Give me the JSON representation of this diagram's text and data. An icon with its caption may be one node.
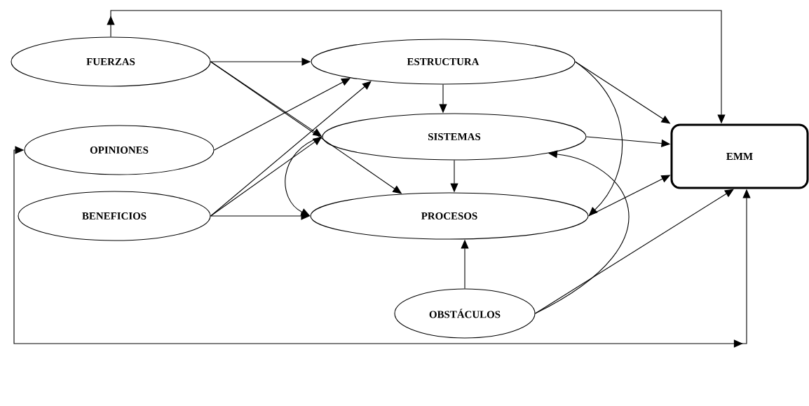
{
  "diagram": {
    "nodes": [
      {
        "text": [
          "FUERZAS"
        ]
      },
      {
        "text": [
          "OPINIONES"
        ]
      },
      {
        "text": [
          "BENEFICIOS"
        ]
      },
      {
        "text": [
          "ESTRUCTURA"
        ]
      },
      {
        "text": [
          "SISTEMAS"
        ]
      },
      {
        "text": [
          "PROCESOS"
        ]
      },
      {
        "text": [
          "OBSTÁCULOS"
        ]
      },
      {
        "text": [
          "EMM"
        ]
      }
    ],
    "edges": [
      {
        "from": 0,
        "to": 3,
        "arrow": "to"
      },
      {
        "from": 0,
        "to": 4,
        "arrow": "to"
      },
      {
        "from": 0,
        "to": 5,
        "arrow": "to"
      },
      {
        "from": 1,
        "to": 3,
        "arrow": "to"
      },
      {
        "from": 2,
        "to": 3,
        "arrow": "to"
      },
      {
        "from": 2,
        "to": 4,
        "arrow": "to"
      },
      {
        "from": 2,
        "to": 5,
        "arrow": "to"
      },
      {
        "from": 4,
        "to": 5,
        "arrow": "to"
      },
      {
        "from": 3,
        "to": 4,
        "arrow": "to"
      },
      {
        "from": 4,
        "to": 5,
        "arrow": "to"
      },
      {
        "from": 3,
        "to": 7,
        "arrow": "to"
      },
      {
        "from": 4,
        "to": 7,
        "arrow": "to"
      },
      {
        "from": 5,
        "to": 7,
        "arrow": "to"
      },
      {
        "from": 3,
        "to": 5,
        "arrow": "to"
      },
      {
        "from": 6,
        "to": 5,
        "arrow": "to"
      },
      {
        "from": 6,
        "to": 4,
        "arrow": "to"
      },
      {
        "from": 6,
        "to": 7,
        "arrow": "to"
      },
      {
        "from": 0,
        "to": 7,
        "arrow": "to"
      },
      {
        "from": 1,
        "to": 7,
        "arrow": "both"
      }
    ]
  }
}
